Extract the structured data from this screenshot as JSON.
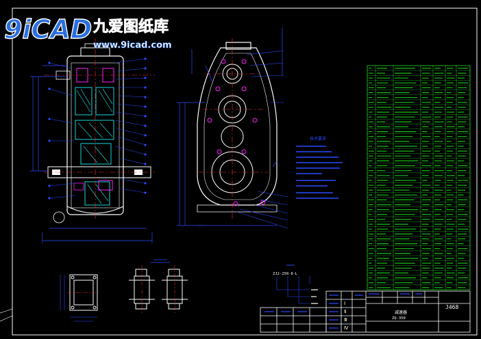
{
  "watermark": {
    "logo_text": "9iCAD",
    "site_name": "九爱图纸库",
    "url": "www.9icad.com"
  },
  "notes": {
    "heading": "技术要求"
  },
  "formula": {
    "label": "ZJ2-250-Ⅱ-L"
  },
  "title_block": {
    "drawing_no": "J468",
    "part_name": "减速器",
    "part_code": "ZQ-350",
    "roman_numerals": [
      "Ⅰ",
      "Ⅱ",
      "Ⅲ",
      "Ⅳ"
    ]
  },
  "colors": {
    "background": "#000000",
    "outline": "#ffffff",
    "dimension": "#2a4bff",
    "hatch": "#18d8d8",
    "center_line": "#ff3030",
    "section": "#ff20ff",
    "bom_table": "#20e020",
    "watermark_blue": "#2a6fe0"
  }
}
